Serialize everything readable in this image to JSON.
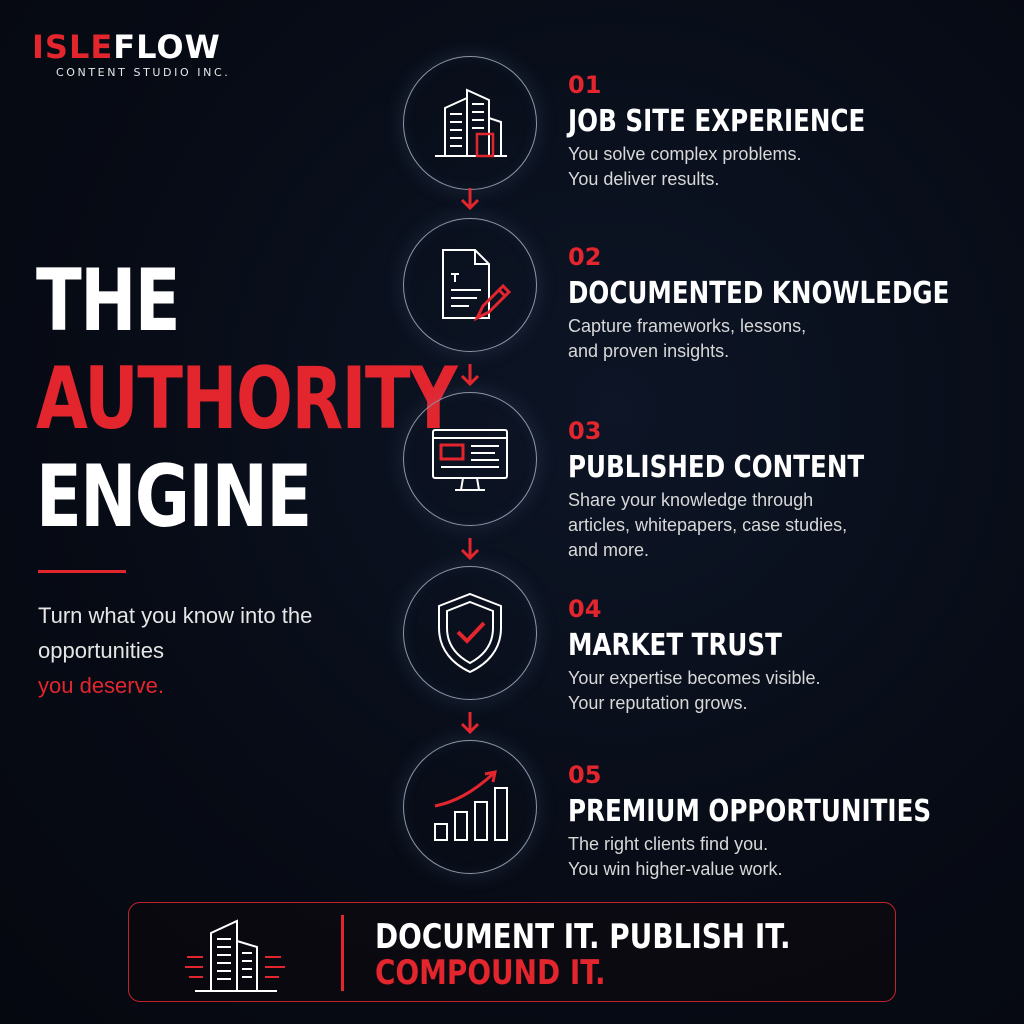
{
  "brand": {
    "name_part1": "ISLE",
    "name_part2": "FLOW",
    "subtitle": "CONTENT STUDIO INC."
  },
  "headline": {
    "line1": "THE",
    "line2": "AUTHORITY",
    "line3": "ENGINE"
  },
  "tagline": {
    "text": "Turn what you know into the opportunities",
    "highlight": "you deserve."
  },
  "steps": [
    {
      "number": "01",
      "title": "JOB SITE EXPERIENCE",
      "line1": "You solve complex problems.",
      "line2": "You deliver results.",
      "line3": "",
      "icon": "building-icon"
    },
    {
      "number": "02",
      "title": "DOCUMENTED KNOWLEDGE",
      "line1": "Capture frameworks, lessons,",
      "line2": "and proven insights.",
      "line3": "",
      "icon": "document-pen-icon"
    },
    {
      "number": "03",
      "title": "PUBLISHED CONTENT",
      "line1": "Share your knowledge through",
      "line2": "articles, whitepapers, case studies,",
      "line3": "and more.",
      "icon": "monitor-icon"
    },
    {
      "number": "04",
      "title": "MARKET TRUST",
      "line1": "Your expertise becomes visible.",
      "line2": "Your reputation grows.",
      "line3": "",
      "icon": "shield-check-icon"
    },
    {
      "number": "05",
      "title": "PREMIUM OPPORTUNITIES",
      "line1": "The right clients find you.",
      "line2": "You win higher-value work.",
      "line3": "",
      "icon": "growth-chart-icon"
    }
  ],
  "footer": {
    "line1": "DOCUMENT IT. PUBLISH IT.",
    "line2": "COMPOUND IT.",
    "icon": "building-icon"
  },
  "colors": {
    "accent": "#e3252e",
    "background": "#070b15",
    "text": "#ffffff"
  }
}
